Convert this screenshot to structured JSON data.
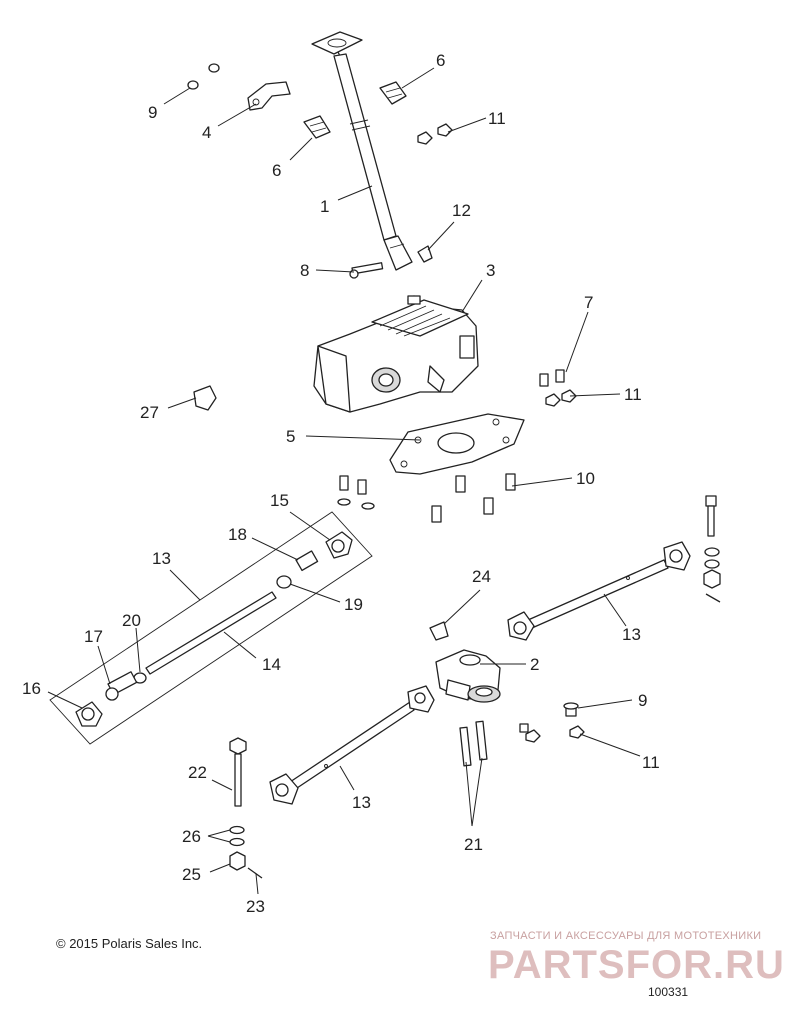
{
  "copyright": "© 2015 Polaris Sales Inc.",
  "figure_number": "100331",
  "watermark": {
    "tagline": "ЗАПЧАСТИ И АКСЕССУАРЫ ДЛЯ МОТОТЕХНИКИ",
    "brand": "PARTSFOR.RU"
  },
  "callouts": {
    "c1": "1",
    "c2": "2",
    "c3": "3",
    "c4": "4",
    "c5": "5",
    "c6a": "6",
    "c6b": "6",
    "c7": "7",
    "c8": "8",
    "c9a": "9",
    "c9b": "9",
    "c10": "10",
    "c11a": "11",
    "c11b": "11",
    "c11c": "11",
    "c12": "12",
    "c13a": "13",
    "c13b": "13",
    "c13c": "13",
    "c14": "14",
    "c15": "15",
    "c16": "16",
    "c17": "17",
    "c18": "18",
    "c19": "19",
    "c20": "20",
    "c21": "21",
    "c22": "22",
    "c23": "23",
    "c24": "24",
    "c25": "25",
    "c26": "26",
    "c27": "27"
  }
}
